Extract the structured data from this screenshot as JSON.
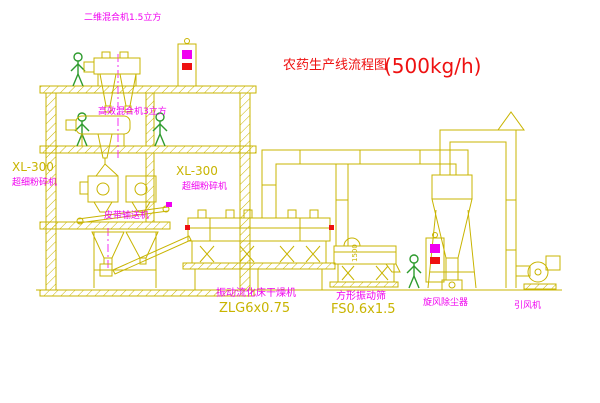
{
  "title": {
    "prefix": "农药生产线流程图",
    "capacity": "(500kg/h)"
  },
  "labels": {
    "top_mixer": "二维混合机1.5立方",
    "floor2_mixer": "高效混合机3立方",
    "mill_left_model": "XL-300",
    "mill_left_name": "超细粉碎机",
    "mill_right_model": "XL-300",
    "mill_right_name": "超细粉碎机",
    "belt_conveyor": "皮带输送机",
    "dryer_name": "振动流化床干燥机",
    "dryer_model": "ZLG6x0.75",
    "sieve_name": "方形振动筛",
    "sieve_model": "FS0.6x1.5",
    "sieve_dimension": "1500",
    "cyclone": "旋风除尘器",
    "fan": "引风机"
  },
  "colors": {
    "line_yellow": "#C8B400",
    "label_magenta": "#F000F0",
    "title_red": "#EE1111",
    "person_green": "#2E9B2E",
    "background": "#FFFFFF"
  }
}
